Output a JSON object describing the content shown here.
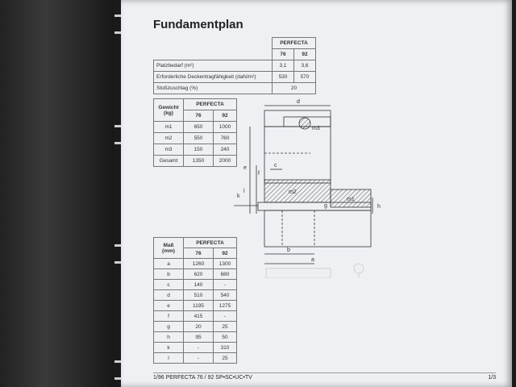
{
  "title": "Fundamentplan",
  "table1": {
    "header": "PERFECTA",
    "cols": [
      "76",
      "92"
    ],
    "rows": [
      {
        "label": "Platzbedarf (m²)",
        "v76": "3,1",
        "v92": "3,6"
      },
      {
        "label": "Erforderliche Deckentragfähigkeit (daN/m²)",
        "v76": "530",
        "v92": "570"
      },
      {
        "label": "Stoßzuschlag (%)",
        "merged": "20"
      }
    ]
  },
  "table2": {
    "col0": "Gewicht (kg)",
    "header": "PERFECTA",
    "cols": [
      "76",
      "92"
    ],
    "rows": [
      {
        "label": "m1",
        "v76": "650",
        "v92": "1000"
      },
      {
        "label": "m2",
        "v76": "550",
        "v92": "760"
      },
      {
        "label": "m3",
        "v76": "150",
        "v92": "240"
      },
      {
        "label": "Gesamt",
        "v76": "1350",
        "v92": "2000"
      }
    ]
  },
  "table3": {
    "col0": "Maß (mm)",
    "header": "PERFECTA",
    "cols": [
      "76",
      "92"
    ],
    "rows": [
      {
        "label": "a",
        "v76": "1260",
        "v92": "1300"
      },
      {
        "label": "b",
        "v76": "620",
        "v92": "680"
      },
      {
        "label": "c",
        "v76": "140",
        "v92": "-"
      },
      {
        "label": "d",
        "v76": "510",
        "v92": "540"
      },
      {
        "label": "e",
        "v76": "1195",
        "v92": "1275"
      },
      {
        "label": "f",
        "v76": "415",
        "v92": "-"
      },
      {
        "label": "g",
        "v76": "20",
        "v92": "25"
      },
      {
        "label": "h",
        "v76": "95",
        "v92": "50"
      },
      {
        "label": "k",
        "v76": "-",
        "v92": "310"
      },
      {
        "label": "l",
        "v76": "-",
        "v92": "25"
      }
    ]
  },
  "drawing_labels": {
    "d": "d",
    "m3": "m3",
    "e": "e",
    "f": "f",
    "c": "c",
    "m2": "m2",
    "m1": "m1",
    "k": "k",
    "l": "l",
    "g": "g",
    "h": "h",
    "b": "b",
    "a": "a"
  },
  "footer": {
    "left": "1/96  PERFECTA 76 / 92   SP•SC•UC•TV",
    "right": "1/3"
  }
}
